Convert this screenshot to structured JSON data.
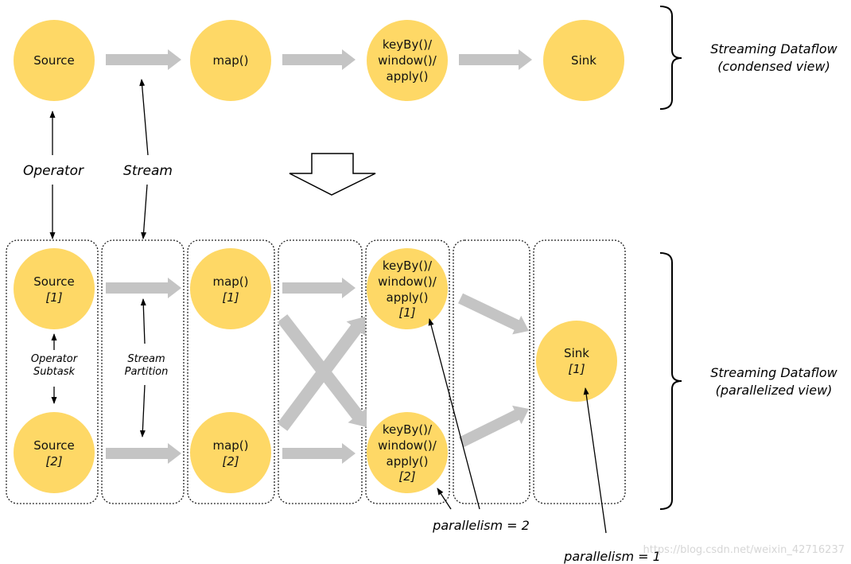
{
  "condensed_view": {
    "nodes": {
      "source": "Source",
      "map": "map()",
      "keyby_window_apply": [
        "keyBy()/",
        "window()/",
        "apply()"
      ],
      "sink": "Sink"
    },
    "caption": {
      "line1": "Streaming Dataflow",
      "line2": "(condensed view)"
    }
  },
  "labels": {
    "operator": "Operator",
    "stream": "Stream",
    "operator_subtask": [
      "Operator",
      "Subtask"
    ],
    "stream_partition": [
      "Stream",
      "Partition"
    ],
    "parallelism_2": "parallelism = 2",
    "parallelism_1": "parallelism = 1"
  },
  "parallelized_view": {
    "nodes": {
      "source_1": {
        "lines": [
          "Source"
        ],
        "subtask": "[1]"
      },
      "source_2": {
        "lines": [
          "Source"
        ],
        "subtask": "[2]"
      },
      "map_1": {
        "lines": [
          "map()"
        ],
        "subtask": "[1]"
      },
      "map_2": {
        "lines": [
          "map()"
        ],
        "subtask": "[2]"
      },
      "keyby_window_apply_1": {
        "lines": [
          "keyBy()/",
          "window()/",
          "apply()"
        ],
        "subtask": "[1]"
      },
      "keyby_window_apply_2": {
        "lines": [
          "keyBy()/",
          "window()/",
          "apply()"
        ],
        "subtask": "[2]"
      },
      "sink_1": {
        "lines": [
          "Sink"
        ],
        "subtask": "[1]"
      }
    },
    "caption": {
      "line1": "Streaming Dataflow",
      "line2": "(parallelized view)"
    }
  },
  "colors": {
    "node_fill": "#FED866",
    "stream_arrow": "#C4C4C4",
    "outline": "#000000"
  },
  "watermark": "https://blog.csdn.net/weixin_42716237"
}
